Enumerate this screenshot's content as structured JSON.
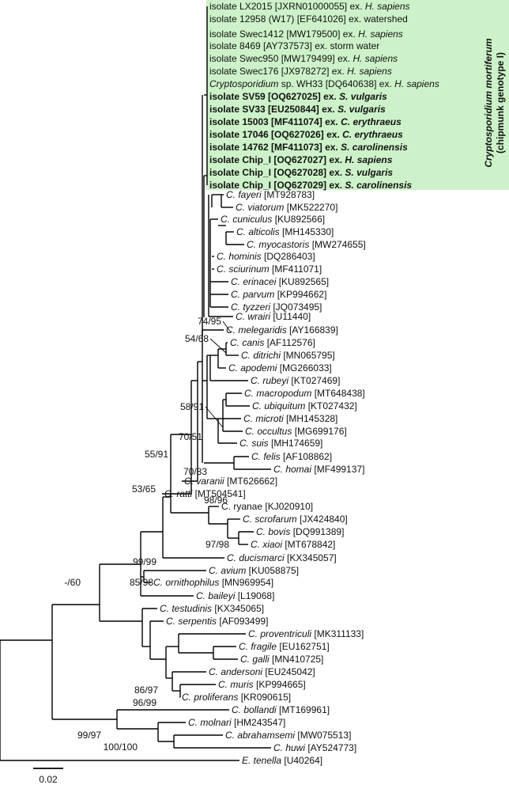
{
  "highlight": {
    "color": "#cdf2c9",
    "label": "Cryptosporidium mortiferum",
    "sublabel": "(chipmunk genotype I)"
  },
  "scale": {
    "label": "0.02"
  },
  "taxa": [
    {
      "id": "t0",
      "bold": false,
      "segs": [
        [
          "isolate LX2015 [JXRN01000055] ex. ",
          0
        ],
        [
          "H. sapiens",
          1
        ]
      ]
    },
    {
      "id": "t1",
      "bold": false,
      "segs": [
        [
          "isolate 12958 (W17) [EF641026] ex. watershed",
          0
        ]
      ]
    },
    {
      "id": "t2",
      "bold": false,
      "segs": [
        [
          "isolate Swec1412 [MW179500] ex. ",
          0
        ],
        [
          "H. sapiens",
          1
        ]
      ]
    },
    {
      "id": "t3",
      "bold": false,
      "segs": [
        [
          "isolate 8469 [AY737573] ex. storm water",
          0
        ]
      ]
    },
    {
      "id": "t4",
      "bold": false,
      "segs": [
        [
          "isolate Swec950 [MW179499] ex. ",
          0
        ],
        [
          "H. sapiens",
          1
        ]
      ]
    },
    {
      "id": "t5",
      "bold": false,
      "segs": [
        [
          "isolate Swec176 [JX978272] ex. ",
          0
        ],
        [
          "H. sapiens",
          1
        ]
      ]
    },
    {
      "id": "t6",
      "bold": false,
      "segs": [
        [
          "Cryptosporidium",
          1
        ],
        [
          " sp. WH33  [DQ640638] ex. ",
          0
        ],
        [
          "H. sapiens",
          1
        ]
      ]
    },
    {
      "id": "t7",
      "bold": true,
      "segs": [
        [
          "isolate SV59 [OQ627025] ex. ",
          0
        ],
        [
          "S. vulgaris",
          1
        ]
      ]
    },
    {
      "id": "t8",
      "bold": true,
      "segs": [
        [
          "isolate SV33  [EU250844] ex. ",
          0
        ],
        [
          "S. vulgaris",
          1
        ]
      ]
    },
    {
      "id": "t9",
      "bold": true,
      "segs": [
        [
          "isolate 15003 [MF411074] ex. ",
          0
        ],
        [
          "C. erythraeus",
          1
        ]
      ]
    },
    {
      "id": "t10",
      "bold": true,
      "segs": [
        [
          "isolate 17046 [OQ627026] ex. ",
          0
        ],
        [
          "C. erythraeus",
          1
        ]
      ]
    },
    {
      "id": "t11",
      "bold": true,
      "segs": [
        [
          "isolate 14762 [MF411073] ex. ",
          0
        ],
        [
          "S. carolinensis",
          1
        ]
      ]
    },
    {
      "id": "t12",
      "bold": true,
      "segs": [
        [
          "isolate Chip_I [OQ627027] ex. ",
          0
        ],
        [
          "H. sapiens",
          1
        ]
      ]
    },
    {
      "id": "t13",
      "bold": true,
      "segs": [
        [
          "isolate Chip_I [OQ627028] ex. ",
          0
        ],
        [
          "S. vulgaris",
          1
        ]
      ]
    },
    {
      "id": "t14",
      "bold": true,
      "segs": [
        [
          "isolate Chip_I [OQ627029] ex. ",
          0
        ],
        [
          "S. carolinensis",
          1
        ]
      ]
    },
    {
      "id": "t15",
      "bold": false,
      "segs": [
        [
          "C. fayeri",
          1
        ],
        [
          " [MT928783]",
          0
        ]
      ]
    },
    {
      "id": "t16",
      "bold": false,
      "segs": [
        [
          "C. viatorum",
          1
        ],
        [
          " [MK522270]",
          0
        ]
      ]
    },
    {
      "id": "t17",
      "bold": false,
      "segs": [
        [
          "C. cuniculus",
          1
        ],
        [
          " [KU892566]",
          0
        ]
      ]
    },
    {
      "id": "t18",
      "bold": false,
      "segs": [
        [
          "C. alticolis",
          1
        ],
        [
          " [MH145330]",
          0
        ]
      ]
    },
    {
      "id": "t19",
      "bold": false,
      "segs": [
        [
          "C. myocastoris",
          1
        ],
        [
          " [MW274655]",
          0
        ]
      ]
    },
    {
      "id": "t20",
      "bold": false,
      "segs": [
        [
          "C. hominis",
          1
        ],
        [
          " [DQ286403]",
          0
        ]
      ]
    },
    {
      "id": "t21",
      "bold": false,
      "segs": [
        [
          "C. sciurinum",
          1
        ],
        [
          " [MF411071]",
          0
        ]
      ]
    },
    {
      "id": "t22",
      "bold": false,
      "segs": [
        [
          "C. erinacei",
          1
        ],
        [
          " [KU892565]",
          0
        ]
      ]
    },
    {
      "id": "t23",
      "bold": false,
      "segs": [
        [
          "C. parvum",
          1
        ],
        [
          " [KP994662]",
          0
        ]
      ]
    },
    {
      "id": "t24",
      "bold": false,
      "segs": [
        [
          "C. tyzzeri",
          1
        ],
        [
          " [JQ073495]",
          0
        ]
      ]
    },
    {
      "id": "t25",
      "bold": false,
      "segs": [
        [
          "C. wrairi",
          1
        ],
        [
          " [U11440]",
          0
        ]
      ]
    },
    {
      "id": "t26",
      "bold": false,
      "segs": [
        [
          "C. melegaridis",
          1
        ],
        [
          " [AY166839]",
          0
        ]
      ]
    },
    {
      "id": "t27",
      "bold": false,
      "segs": [
        [
          "C. canis",
          1
        ],
        [
          " [AF112576]",
          0
        ]
      ]
    },
    {
      "id": "t28",
      "bold": false,
      "segs": [
        [
          "C. ditrichi",
          1
        ],
        [
          " [MN065795]",
          0
        ]
      ]
    },
    {
      "id": "t29",
      "bold": false,
      "segs": [
        [
          "C. apodemi",
          1
        ],
        [
          " [MG266033]",
          0
        ]
      ]
    },
    {
      "id": "t30",
      "bold": false,
      "segs": [
        [
          "C. rubeyi",
          1
        ],
        [
          " [KT027469]",
          0
        ]
      ]
    },
    {
      "id": "t31",
      "bold": false,
      "segs": [
        [
          "C. macropodum",
          1
        ],
        [
          " [MT648438]",
          0
        ]
      ]
    },
    {
      "id": "t32",
      "bold": false,
      "segs": [
        [
          "C. ubiquitum",
          1
        ],
        [
          " [KT027432]",
          0
        ]
      ]
    },
    {
      "id": "t33",
      "bold": false,
      "segs": [
        [
          "C. microti",
          1
        ],
        [
          " [MH145328]",
          0
        ]
      ]
    },
    {
      "id": "t34",
      "bold": false,
      "segs": [
        [
          "C. occultus",
          1
        ],
        [
          " [MG699176]",
          0
        ]
      ]
    },
    {
      "id": "t35",
      "bold": false,
      "segs": [
        [
          "C. suis",
          1
        ],
        [
          " [MH174659]",
          0
        ]
      ]
    },
    {
      "id": "t36",
      "bold": false,
      "segs": [
        [
          "C. felis",
          1
        ],
        [
          " [AF108862]",
          0
        ]
      ]
    },
    {
      "id": "t37",
      "bold": false,
      "segs": [
        [
          "C. homai",
          1
        ],
        [
          " [MF499137]",
          0
        ]
      ]
    },
    {
      "id": "t38",
      "bold": false,
      "segs": [
        [
          "C. varanii",
          1
        ],
        [
          " [MT626662]",
          0
        ]
      ]
    },
    {
      "id": "t39",
      "bold": false,
      "segs": [
        [
          "C. ratti",
          1
        ],
        [
          " [MT504541]",
          0
        ]
      ]
    },
    {
      "id": "t40",
      "bold": false,
      "segs": [
        [
          "C. ryanae",
          0
        ],
        [
          " [KJ020910]",
          0
        ]
      ]
    },
    {
      "id": "t41",
      "bold": false,
      "segs": [
        [
          "C. scrofarum",
          1
        ],
        [
          " [JX424840]",
          0
        ]
      ]
    },
    {
      "id": "t42",
      "bold": false,
      "segs": [
        [
          "C. bovis",
          1
        ],
        [
          " [DQ991389]",
          0
        ]
      ]
    },
    {
      "id": "t43",
      "bold": false,
      "segs": [
        [
          "C. xiaoi",
          1
        ],
        [
          " [MT678842]",
          0
        ]
      ]
    },
    {
      "id": "t44",
      "bold": false,
      "segs": [
        [
          "C. ducismarci",
          1
        ],
        [
          " [KX345057]",
          0
        ]
      ]
    },
    {
      "id": "t45",
      "bold": false,
      "segs": [
        [
          "C. avium",
          1
        ],
        [
          " [KU058875]",
          0
        ]
      ]
    },
    {
      "id": "t46",
      "bold": false,
      "segs": [
        [
          "C. ornithophilus",
          1
        ],
        [
          " [MN969954]",
          0
        ]
      ]
    },
    {
      "id": "t47",
      "bold": false,
      "segs": [
        [
          "C. baileyi",
          1
        ],
        [
          " [L19068]",
          0
        ]
      ]
    },
    {
      "id": "t48",
      "bold": false,
      "segs": [
        [
          "C. testudinis",
          1
        ],
        [
          " [KX345065]",
          0
        ]
      ]
    },
    {
      "id": "t49",
      "bold": false,
      "segs": [
        [
          "C. serpentis",
          1
        ],
        [
          " [AF093499]",
          0
        ]
      ]
    },
    {
      "id": "t50",
      "bold": false,
      "segs": [
        [
          "C. proventriculi",
          1
        ],
        [
          " [MK311133]",
          0
        ]
      ]
    },
    {
      "id": "t51",
      "bold": false,
      "segs": [
        [
          "C. fragile",
          1
        ],
        [
          " [EU162751]",
          0
        ]
      ]
    },
    {
      "id": "t52",
      "bold": false,
      "segs": [
        [
          "C. galli",
          1
        ],
        [
          " [MN410725]",
          0
        ]
      ]
    },
    {
      "id": "t53",
      "bold": false,
      "segs": [
        [
          "C. andersoni",
          1
        ],
        [
          " [EU245042]",
          0
        ]
      ]
    },
    {
      "id": "t54",
      "bold": false,
      "segs": [
        [
          "C. muris",
          1
        ],
        [
          " [KP994665]",
          0
        ]
      ]
    },
    {
      "id": "t55",
      "bold": false,
      "segs": [
        [
          "C. proliferans",
          1
        ],
        [
          " [KR090615]",
          0
        ]
      ]
    },
    {
      "id": "t56",
      "bold": false,
      "segs": [
        [
          "C. bollandi",
          1
        ],
        [
          " [MT169961]",
          0
        ]
      ]
    },
    {
      "id": "t57",
      "bold": false,
      "segs": [
        [
          "C. molnari",
          1
        ],
        [
          " [HM243547]",
          0
        ]
      ]
    },
    {
      "id": "t58",
      "bold": false,
      "segs": [
        [
          "C.  abrahamsemi",
          1
        ],
        [
          " [MW075513]",
          0
        ]
      ]
    },
    {
      "id": "t59",
      "bold": false,
      "segs": [
        [
          "C.  huwi",
          1
        ],
        [
          " [AY524773]",
          0
        ]
      ]
    },
    {
      "id": "t60",
      "bold": false,
      "segs": [
        [
          "E. tenella",
          1
        ],
        [
          " [U40264]",
          0
        ]
      ]
    }
  ],
  "supports": [
    "74/95",
    "54/68",
    "58/91",
    "70/51",
    "70/83",
    "55/91",
    "53/65",
    "98/96",
    "97/98",
    "99/99",
    "85/98",
    "-/60",
    "86/97",
    "96/99",
    "99/97",
    "100/100"
  ]
}
